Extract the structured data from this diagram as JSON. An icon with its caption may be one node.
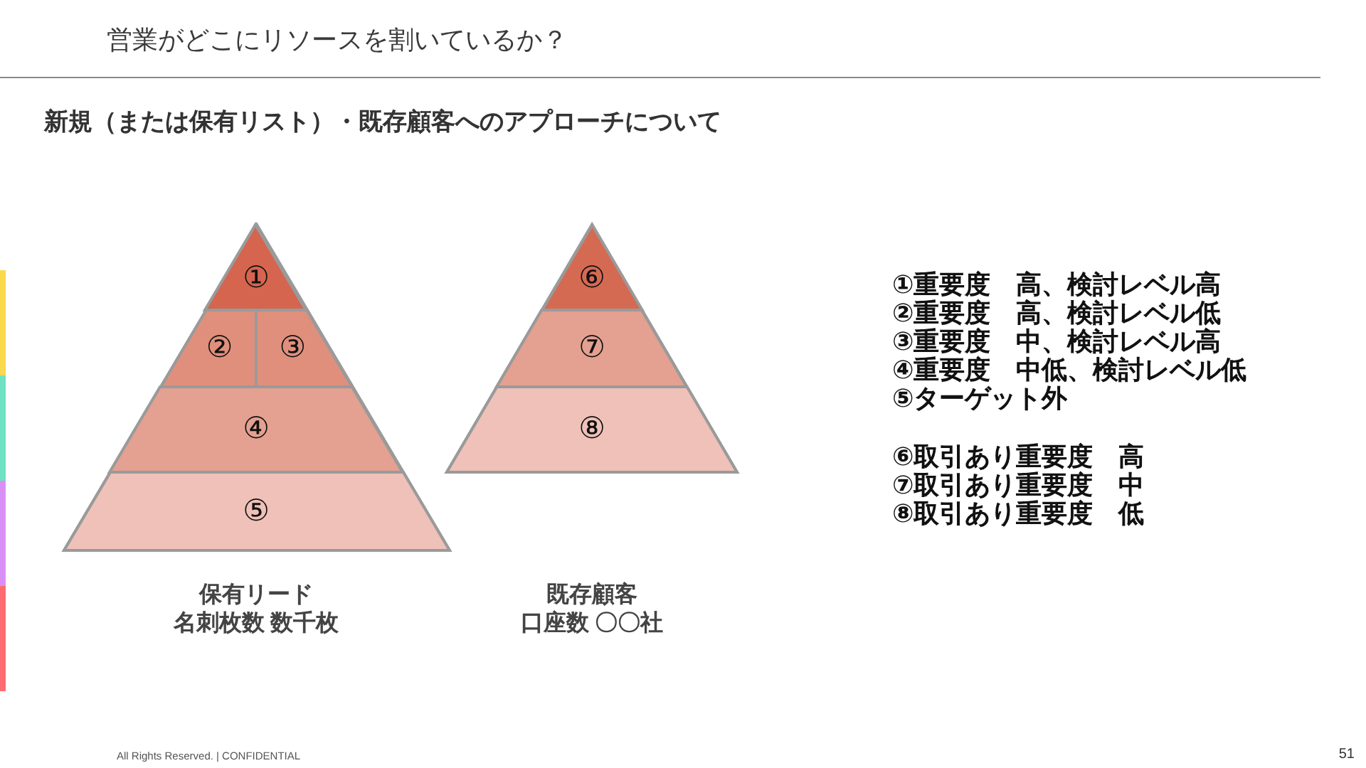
{
  "diagram": {
    "title": "営業がどこにリソースを割いているか？",
    "nodes": [
      {
        "text": [],
        "shape": "triangle",
        "beside": [
          "保有リード",
          "名刺枚数 数千枚"
        ]
      },
      {
        "text": [
          "①"
        ],
        "in": 0
      },
      {
        "text": [
          "②"
        ],
        "in": 0
      },
      {
        "text": [
          "③"
        ],
        "in": 0
      },
      {
        "text": [
          "④"
        ],
        "in": 0
      },
      {
        "text": [
          "⑤"
        ],
        "in": 0
      },
      {
        "text": [],
        "shape": "triangle",
        "beside": [
          "既存顧客",
          "口座数 〇〇社"
        ]
      },
      {
        "text": [
          "⑥"
        ],
        "in": 6
      },
      {
        "text": [
          "⑦"
        ],
        "in": 6
      },
      {
        "text": [
          "⑧"
        ],
        "in": 6
      }
    ],
    "labels": [
      "新規（または保有リスト）・既存顧客へのアプローチについて",
      "①重要度　高、検討レベル高",
      "②重要度　高、検討レベル低",
      "③重要度　中、検討レベル高",
      "④重要度　中低、検討レベル低",
      "⑤ターゲット外",
      "⑥取引あり重要度　高",
      "⑦取引あり重要度　中",
      "⑧取引あり重要度　低",
      "All Rights Reserved. | CONFIDENTIAL",
      "51"
    ]
  }
}
